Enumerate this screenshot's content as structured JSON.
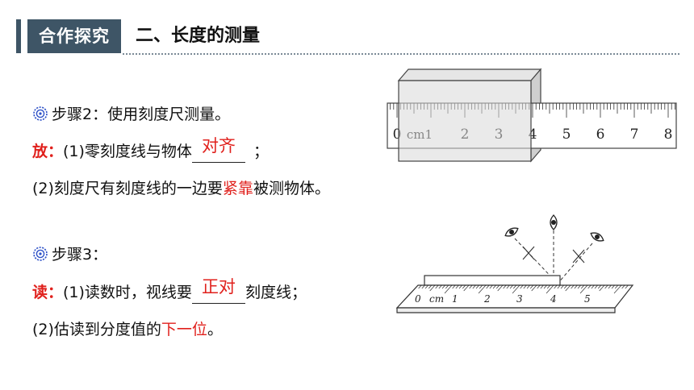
{
  "header": {
    "badge": "合作探究",
    "title": "二、长度的测量"
  },
  "step2": {
    "heading": "步骤2：使用刻度尺测量。",
    "label": "放：",
    "item1_prefix": "(1)零刻度线与物体",
    "item1_answer": "对齐",
    "item1_suffix": "；",
    "item2_prefix": "(2)刻度尺有刻度线的一边要",
    "item2_answer": "紧靠",
    "item2_suffix": "被测物体。"
  },
  "step3": {
    "heading": "步骤3：",
    "label": "读：",
    "item1_prefix": "(1)读数时，视线要",
    "item1_answer": "正对",
    "item1_suffix": "刻度线；",
    "item2_prefix": "(2)估读到分度值的",
    "item2_answer": "下一位",
    "item2_suffix": "。"
  },
  "ruler1": {
    "labels": [
      "0",
      "cm1",
      "2",
      "3",
      "4",
      "5",
      "6",
      "7",
      "8"
    ]
  },
  "ruler2": {
    "labels": [
      "0",
      "cm",
      "1",
      "2",
      "3",
      "4",
      "5"
    ]
  },
  "colors": {
    "header": "#3e5566",
    "answer": "#e0201c",
    "icon": "#2f52c8"
  }
}
